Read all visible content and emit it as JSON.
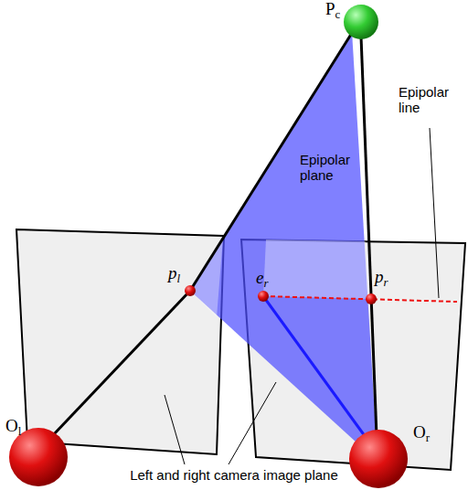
{
  "diagram": {
    "labels": [
      "Pc",
      "Epipolar line",
      "Epipolar plane",
      "pl",
      "er",
      "pr",
      "Ol",
      "Or",
      "Left and right camera image plane"
    ]
  }
}
